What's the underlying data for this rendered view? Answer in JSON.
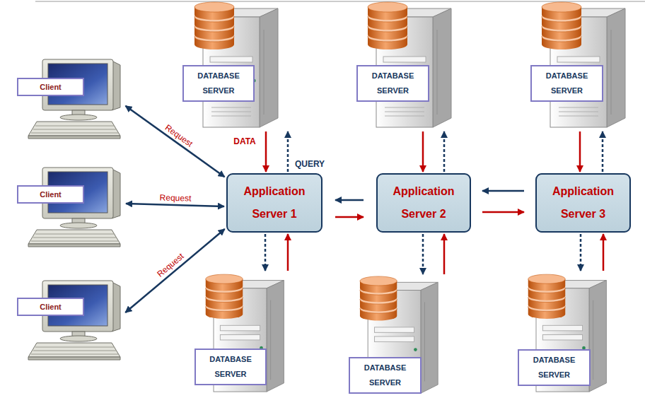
{
  "diagram": {
    "nodes": [
      {
        "text": [
          "DATABASE SERVER"
        ]
      },
      {
        "text": [
          "DATABASE SERVER"
        ]
      },
      {
        "text": [
          "DATABASE SERVER"
        ]
      },
      {
        "text": [
          "Client"
        ]
      },
      {
        "text": [
          "Client"
        ]
      },
      {
        "text": [
          "Application Server 1"
        ]
      },
      {
        "text": [
          "Application Server 2"
        ]
      },
      {
        "text": [
          "Application Server 3"
        ]
      },
      {
        "text": [
          "Client"
        ]
      },
      {
        "text": [
          "DATABASE SERVER"
        ]
      },
      {
        "text": [
          "DATABASE SERVER"
        ]
      },
      {
        "text": [
          "DATABASE SERVER"
        ]
      }
    ],
    "edges": [
      {
        "from": 3,
        "to": 5,
        "arrow": "both",
        "label": "Request"
      },
      {
        "from": 4,
        "to": 5,
        "arrow": "both",
        "label": "Request"
      },
      {
        "from": 8,
        "to": 5,
        "arrow": "both",
        "label": "Request"
      },
      {
        "from": 0,
        "to": 5,
        "arrow": "to",
        "label": "DATA"
      },
      {
        "from": 5,
        "to": 0,
        "arrow": "to",
        "label": "QUERY"
      },
      {
        "from": 1,
        "to": 6,
        "arrow": "to"
      },
      {
        "from": 6,
        "to": 1,
        "arrow": "to"
      },
      {
        "from": 2,
        "to": 7,
        "arrow": "to"
      },
      {
        "from": 7,
        "to": 2,
        "arrow": "to"
      },
      {
        "from": 5,
        "to": 9,
        "arrow": "to"
      },
      {
        "from": 9,
        "to": 5,
        "arrow": "to"
      },
      {
        "from": 6,
        "to": 10,
        "arrow": "to"
      },
      {
        "from": 10,
        "to": 6,
        "arrow": "to"
      },
      {
        "from": 7,
        "to": 11,
        "arrow": "to"
      },
      {
        "from": 11,
        "to": 7,
        "arrow": "to"
      },
      {
        "from": 6,
        "to": 5,
        "arrow": "to"
      },
      {
        "from": 5,
        "to": 6,
        "arrow": "to"
      },
      {
        "from": 7,
        "to": 6,
        "arrow": "to"
      },
      {
        "from": 6,
        "to": 7,
        "arrow": "to"
      }
    ]
  }
}
